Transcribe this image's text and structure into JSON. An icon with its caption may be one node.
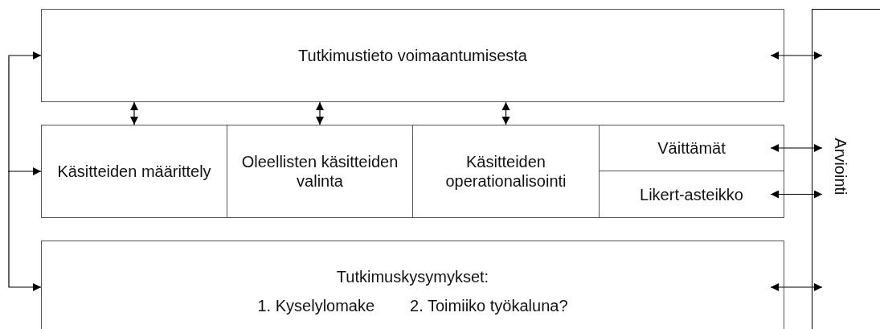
{
  "diagram": {
    "nodes": [
      {
        "text": [
          "Tutkimustieto voimaantumisesta"
        ]
      },
      {
        "text": [
          "Käsitteiden määrittely"
        ]
      },
      {
        "text": [
          "Oleellisten käsitteiden valinta"
        ]
      },
      {
        "text": [
          "Käsitteiden operationalisointi"
        ]
      },
      {
        "text": [
          "Väittämät"
        ]
      },
      {
        "text": [
          "Likert-asteikko"
        ]
      },
      {
        "text": [
          "Tutkimuskysymykset:",
          "1. Kyselylomake",
          "2. Toimiiko työkaluna?"
        ]
      },
      {
        "text": [
          "Arviointi"
        ]
      }
    ],
    "edges": [
      {
        "from": null,
        "to": 0,
        "arrow": "to"
      },
      {
        "from": null,
        "to": 1,
        "arrow": "to"
      },
      {
        "from": null,
        "to": 6,
        "arrow": "to"
      },
      {
        "from": 0,
        "to": 1,
        "arrow": "both"
      },
      {
        "from": 0,
        "to": 2,
        "arrow": "both"
      },
      {
        "from": 0,
        "to": 3,
        "arrow": "both"
      },
      {
        "from": 0,
        "to": 7,
        "arrow": "both"
      },
      {
        "from": 4,
        "to": 7,
        "arrow": "both"
      },
      {
        "from": 5,
        "to": 7,
        "arrow": "both"
      },
      {
        "from": 6,
        "to": 7,
        "arrow": "both"
      }
    ]
  }
}
